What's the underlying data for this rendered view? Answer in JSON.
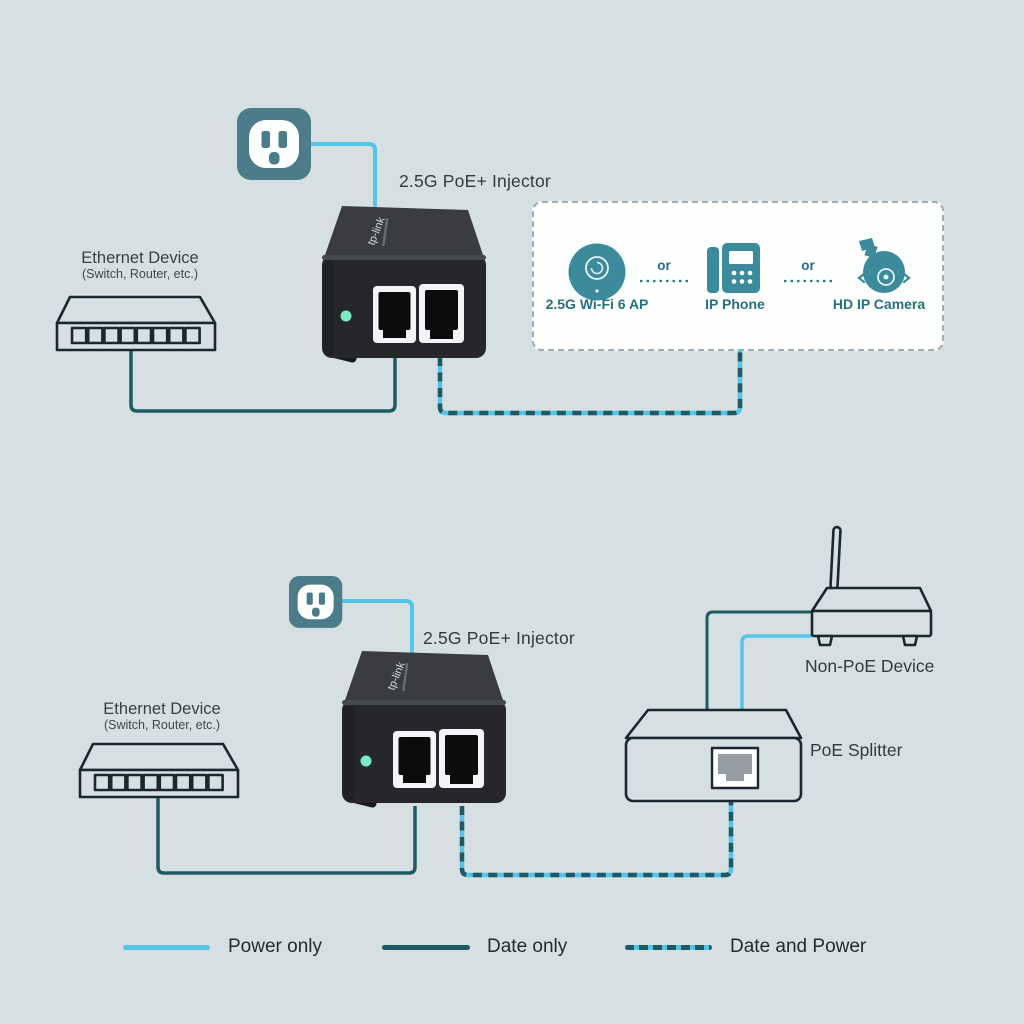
{
  "colors": {
    "background": "#D6E0E2",
    "power_line": "#55C4E9",
    "data_line": "#1F5A64",
    "outlet_teal": "#4C7B89",
    "device_icon_teal": "#3C8B9D",
    "teal_text": "#27707F",
    "dark_text": "#34393D",
    "device_outline": "#1B2630",
    "led_green": "#7BE9C3"
  },
  "injector": {
    "logo": "tp-link"
  },
  "sections": {
    "top": {
      "injector_label": "2.5G PoE+ Injector",
      "ethernet_device": {
        "title": "Ethernet Device",
        "subtitle": "(Switch, Router, etc.)"
      },
      "connected_devices": {
        "separator": "or",
        "items": [
          {
            "label": "2.5G Wi-Fi 6 AP"
          },
          {
            "label": "IP Phone"
          },
          {
            "label": "HD IP Camera"
          }
        ]
      }
    },
    "bottom": {
      "injector_label": "2.5G PoE+ Injector",
      "ethernet_device": {
        "title": "Ethernet Device",
        "subtitle": "(Switch, Router, etc.)"
      },
      "non_poe_device_label": "Non-PoE Device",
      "poe_splitter_label": "PoE Splitter"
    }
  },
  "legend": {
    "power_only": "Power only",
    "data_only": "Date only",
    "data_and_power": "Date and Power"
  }
}
